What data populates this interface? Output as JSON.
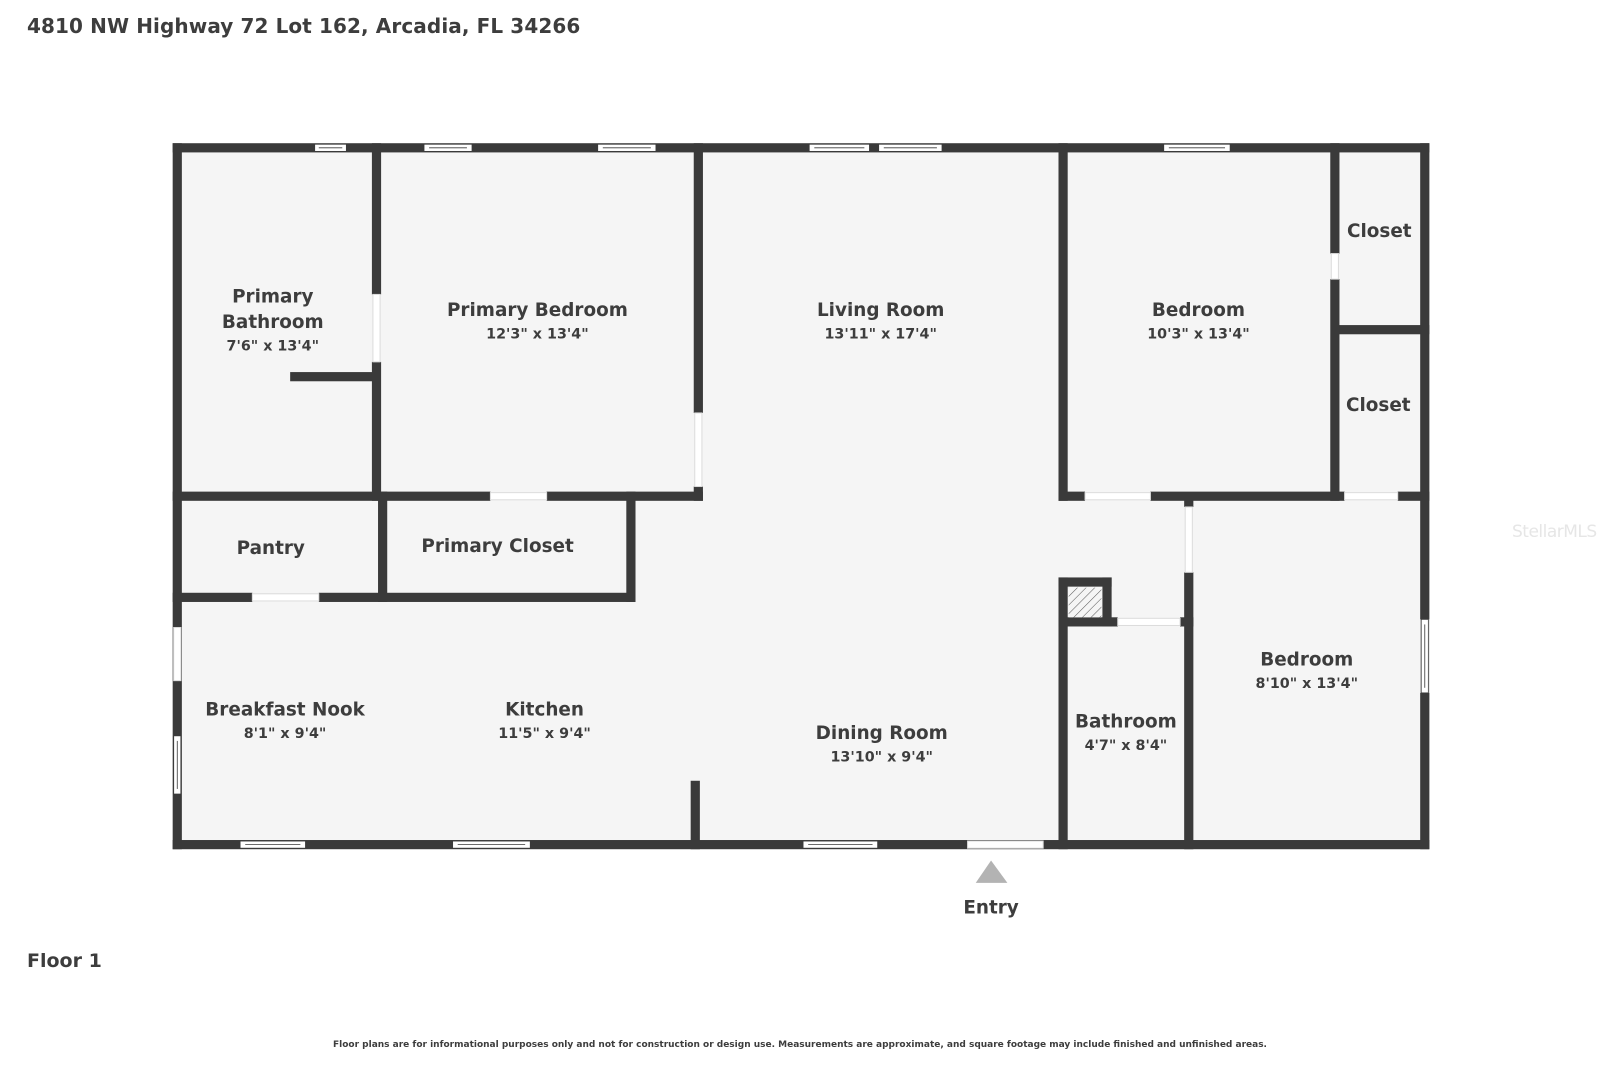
{
  "header": {
    "address": "4810 NW Highway 72 Lot 162, Arcadia, FL 34266"
  },
  "floor": {
    "label": "Floor 1"
  },
  "entry": {
    "label": "Entry",
    "icon": "triangle-up-arrow"
  },
  "watermark": "StellarMLS",
  "disclaimer": "Floor plans are for informational purposes only and not for construction or design use. Measurements are approximate, and square footage may include finished and unfinished areas.",
  "colors": {
    "wall": "#3a3a3a",
    "floor": "#f5f5f5",
    "text": "#3d3d3d",
    "entry_arrow": "#b3b3b3"
  },
  "rooms": [
    {
      "name_line1": "Primary",
      "name_line2": "Bathroom",
      "dims": "7'6\" x 13'4\""
    },
    {
      "name": "Primary Bedroom",
      "dims": "12'3\" x 13'4\""
    },
    {
      "name": "Living Room",
      "dims": "13'11\" x 17'4\""
    },
    {
      "name": "Bedroom",
      "dims": "10'3\" x 13'4\""
    },
    {
      "name": "Closet"
    },
    {
      "name": "Closet"
    },
    {
      "name": "Pantry"
    },
    {
      "name": "Primary Closet"
    },
    {
      "name": "Breakfast Nook",
      "dims": "8'1\" x 9'4\""
    },
    {
      "name": "Kitchen",
      "dims": "11'5\" x 9'4\""
    },
    {
      "name": "Dining Room",
      "dims": "13'10\" x 9'4\""
    },
    {
      "name": "Bathroom",
      "dims": "4'7\" x 8'4\""
    },
    {
      "name": "Bedroom",
      "dims": "8'10\" x 13'4\""
    }
  ]
}
